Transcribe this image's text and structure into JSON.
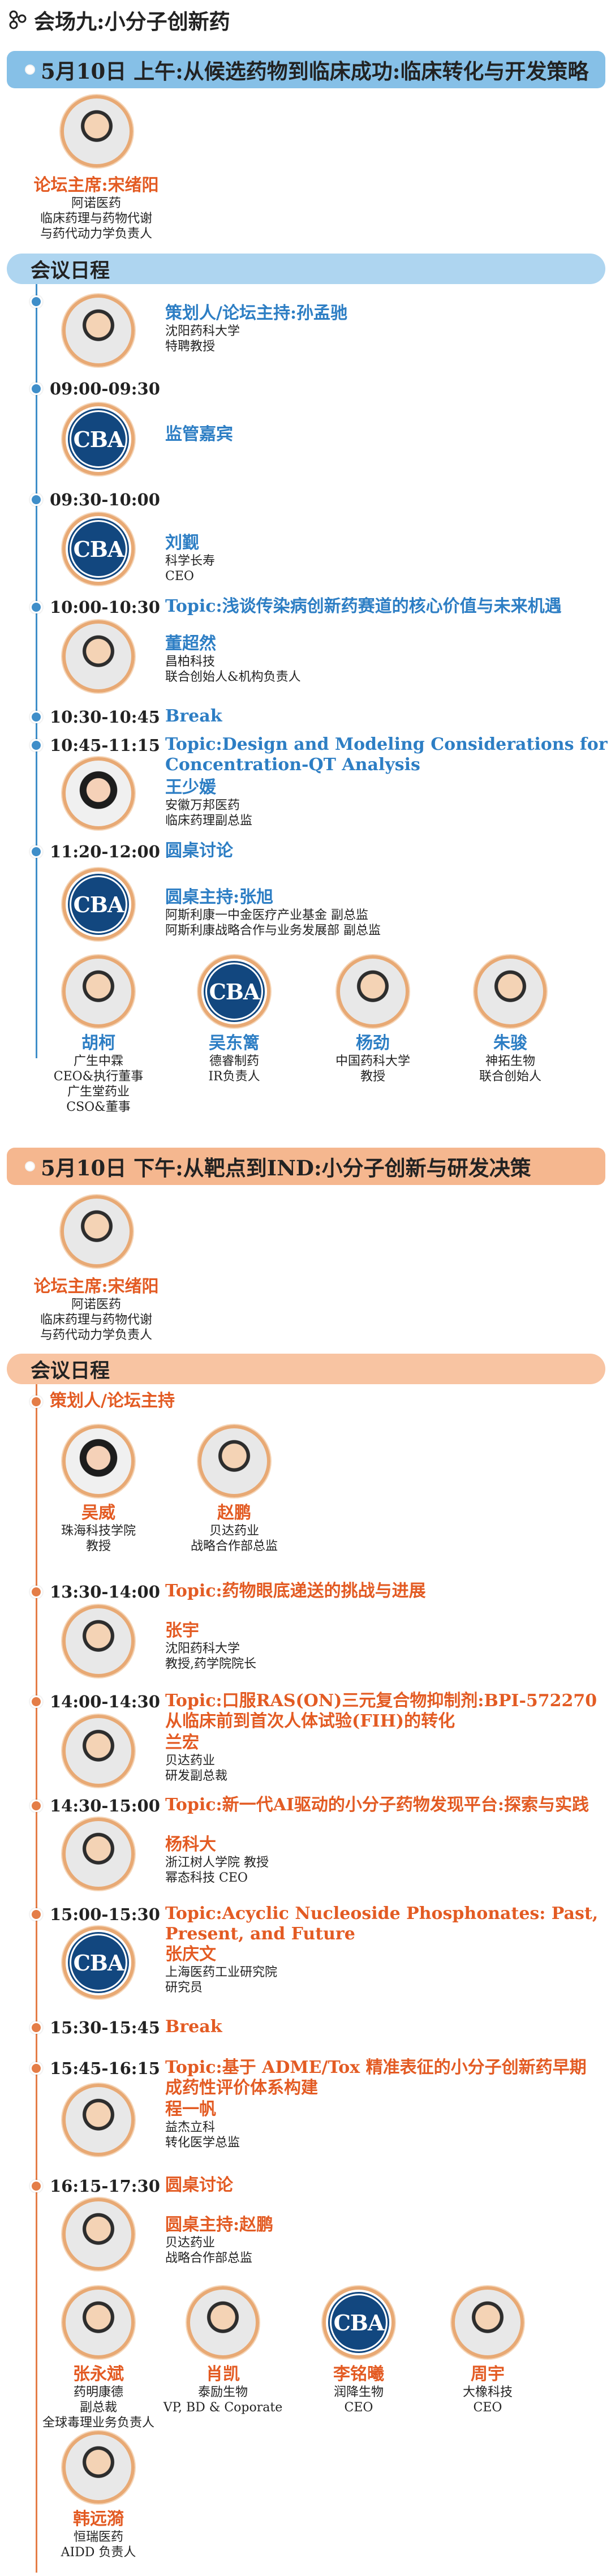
{
  "header": {
    "title": "会场九:小分子创新药"
  },
  "morning": {
    "band": "5月10日 上午:从候选药物到临床成功:临床转化与开发策略",
    "chair": {
      "name": "论坛主席:宋绪阳",
      "org": "阿诺医药",
      "title1": "临床药理与药物代谢",
      "title2": "与药代动力学负责人"
    },
    "agenda_label": "会议日程",
    "planner": {
      "name": "策划人/论坛主持:孙孟驰",
      "org": "沈阳药科大学",
      "title": "特聘教授"
    },
    "s1": {
      "time": "09:00-09:30",
      "name": "监管嘉宾"
    },
    "s2": {
      "time": "09:30-10:00",
      "name": "刘觐",
      "title": "科学长寿",
      "role": "CEO"
    },
    "s3": {
      "time": "10:00-10:30",
      "topic": "Topic:浅谈传染病创新药赛道的核心价值与未来机遇",
      "name": "董超然",
      "org": "昌柏科技",
      "title": "联合创始人&机构负责人"
    },
    "s4": {
      "time": "10:30-10:45",
      "label": "Break"
    },
    "s5": {
      "time": "10:45-11:15",
      "topic1": "Topic:Design and Modeling Considerations for",
      "topic2": "Concentration-QT Analysis",
      "name": "王少媛",
      "org": "安徽万邦医药",
      "title": "临床药理副总监"
    },
    "s6": {
      "time": "11:20-12:00",
      "label": "圆桌讨论",
      "host": "圆桌主持:张旭",
      "host_t1": "阿斯利康一中金医疗产业基金 副总监",
      "host_t2": "阿斯利康战略合作与业务发展部 副总监"
    },
    "panel": [
      {
        "name": "胡柯",
        "l1": "广生中霖",
        "l2": "CEO&执行董事",
        "l3": "广生堂药业",
        "l4": "CSO&董事"
      },
      {
        "name": "吴东篱",
        "l1": "德睿制药",
        "l2": "IR负责人"
      },
      {
        "name": "杨劲",
        "l1": "中国药科大学",
        "l2": "教授"
      },
      {
        "name": "朱骏",
        "l1": "神拓生物",
        "l2": "联合创始人"
      }
    ]
  },
  "afternoon": {
    "band": "5月10日 下午:从靶点到IND:小分子创新与研发决策",
    "chair": {
      "name": "论坛主席:宋绪阳",
      "org": "阿诺医药",
      "title1": "临床药理与药物代谢",
      "title2": "与药代动力学负责人"
    },
    "agenda_label": "会议日程",
    "planners_label": "策划人/论坛主持",
    "planners": [
      {
        "name": "吴威",
        "org": "珠海科技学院",
        "title": "教授"
      },
      {
        "name": "赵鹏",
        "org": "贝达药业",
        "title": "战略合作部总监"
      }
    ],
    "t1": {
      "time": "13:30-14:00",
      "topic": "Topic:药物眼底递送的挑战与进展",
      "name": "张宇",
      "org": "沈阳药科大学",
      "title": "教授,药学院院长"
    },
    "t2": {
      "time": "14:00-14:30",
      "topic1": "Topic:口服RAS(ON)三元复合物抑制剂:BPI-572270",
      "topic2": "从临床前到首次人体试验(FIH)的转化",
      "name": "兰宏",
      "org": "贝达药业",
      "title": "研发副总裁"
    },
    "t3": {
      "time": "14:30-15:00",
      "topic": "Topic:新一代AI驱动的小分子药物发现平台:探索与实践",
      "name": "杨科大",
      "org": "浙江树人学院 教授",
      "title": "幂态科技 CEO"
    },
    "t4": {
      "time": "15:00-15:30",
      "topic1": "Topic:Acyclic Nucleoside Phosphonates: Past,",
      "topic2": "Present, and Future",
      "name": "张庆文",
      "org": "上海医药工业研究院",
      "title": "研究员"
    },
    "t5": {
      "time": "15:30-15:45",
      "label": "Break"
    },
    "t6": {
      "time": "15:45-16:15",
      "topic1": "Topic:基于 ADME/Tox 精准表征的小分子创新药早期",
      "topic2": "成药性评价体系构建",
      "name": "程一帆",
      "org": "益杰立科",
      "title": "转化医学总监"
    },
    "t7": {
      "time": "16:15-17:30",
      "label": "圆桌讨论",
      "host": "圆桌主持:赵鹏",
      "host_org": "贝达药业",
      "host_title": "战略合作部总监"
    },
    "panel": [
      {
        "name": "张永斌",
        "l1": "药明康德",
        "l2": "副总裁",
        "l3": "全球毒理业务负责人"
      },
      {
        "name": "肖凯",
        "l1": "泰励生物",
        "l2": "VP, BD & Coporate"
      },
      {
        "name": "李铭曦",
        "l1": "润降生物",
        "l2": "CEO"
      },
      {
        "name": "周宇",
        "l1": "大橡科技",
        "l2": "CEO"
      },
      {
        "name": "韩远漪",
        "l1": "恒瑞医药",
        "l2": "AIDD 负责人"
      }
    ]
  },
  "colors": {
    "blue": "#2d7ec4",
    "orange": "#e35b23",
    "band_blue": "#86c0e7",
    "band_orange": "#f5b78f"
  },
  "icons": {
    "header": "molecule-icon",
    "logo": "cba-logo"
  }
}
